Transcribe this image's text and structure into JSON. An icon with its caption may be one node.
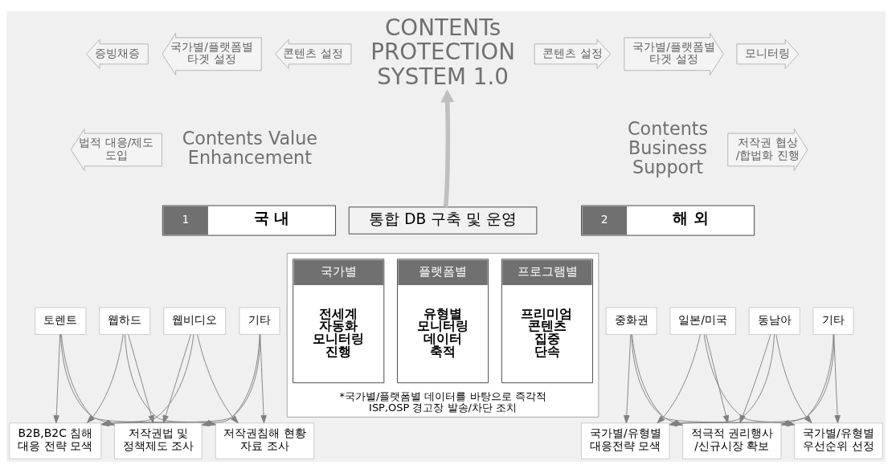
{
  "diagram": {
    "nodes": [
      {
        "text": [
          "증빙채증"
        ]
      },
      {
        "text": [
          "국가별/플랫폼별 타겟 설정"
        ]
      },
      {
        "text": [
          "콘텐츠 설정"
        ]
      },
      {
        "text": [
          "법적 대응/제도 도입"
        ]
      },
      {
        "text": [
          "CONTENTs PROTECTION SYSTEM 1.0"
        ]
      },
      {
        "text": [
          "콘텐츠 설정"
        ]
      },
      {
        "text": [
          "국가별/플랫폼별 타겟 설정"
        ]
      },
      {
        "text": [
          "모니터링"
        ]
      },
      {
        "text": [
          "저작권 협상 /합법화 진행"
        ]
      },
      {
        "text": [
          "1",
          "국 내"
        ]
      },
      {
        "text": [
          "통합 DB 구축 및 운영"
        ]
      },
      {
        "text": [
          "2",
          "해 외"
        ]
      },
      {
        "text": [
          "토렌트"
        ]
      },
      {
        "text": [
          "웹하드"
        ]
      },
      {
        "text": [
          "웹비디오"
        ]
      },
      {
        "text": [
          "기타"
        ]
      },
      {
        "text": [
          "저작권침해 현황 자료 조사"
        ]
      },
      {
        "text": [
          "B2B,B2C 침해 대응 전략 모색"
        ]
      },
      {
        "text": [
          "저작권법 및 정책제도 조사"
        ]
      },
      {
        "text": [
          "*국가별/플랫폼별 데이터를 바탕으로 즉각적 ISP,OSP 경고장 발송/차단 조치"
        ]
      },
      {
        "text": [
          "국가별",
          "전세계 자동화 모니터링 진행"
        ],
        "in": 19
      },
      {
        "text": [
          "플랫폼별",
          "유형별 모니터링 데이터 축적"
        ],
        "in": 19
      },
      {
        "text": [
          "프로그램별",
          "프리미엄 콘텐츠 집중 단속"
        ],
        "in": 19
      },
      {
        "text": [
          "중화권"
        ]
      },
      {
        "text": [
          "일본/미국"
        ]
      },
      {
        "text": [
          "동남아"
        ]
      },
      {
        "text": [
          "기타"
        ]
      },
      {
        "text": [
          "국가별/유형별 우선순위 선정"
        ]
      },
      {
        "text": [
          "국가별/유형별 대응전략 모색"
        ]
      },
      {
        "text": [
          "적극적 권리행사 /신규시장 확보"
        ]
      }
    ],
    "edges": [
      {
        "from": 10,
        "to": 4,
        "arrow": "to",
        "style": "thick",
        "color": "#bfbfbf"
      },
      {
        "from": 12,
        "to": 16,
        "arrow": "to"
      },
      {
        "from": 12,
        "to": 17,
        "arrow": "to"
      },
      {
        "from": 12,
        "to": 18,
        "arrow": "to"
      },
      {
        "from": 13,
        "to": 16,
        "arrow": "to"
      },
      {
        "from": 13,
        "to": 17,
        "arrow": "to"
      },
      {
        "from": 13,
        "to": 18,
        "arrow": "to"
      },
      {
        "from": 14,
        "to": 16,
        "arrow": "to"
      },
      {
        "from": 14,
        "to": 17,
        "arrow": "to"
      },
      {
        "from": 14,
        "to": 18,
        "arrow": "to"
      },
      {
        "from": 15,
        "to": 16,
        "arrow": "to"
      },
      {
        "from": 15,
        "to": 17,
        "arrow": "to"
      },
      {
        "from": 15,
        "to": 18,
        "arrow": "to"
      },
      {
        "from": 23,
        "to": 27,
        "arrow": "to"
      },
      {
        "from": 23,
        "to": 28,
        "arrow": "to"
      },
      {
        "from": 23,
        "to": 29,
        "arrow": "to"
      },
      {
        "from": 24,
        "to": 27,
        "arrow": "to"
      },
      {
        "from": 24,
        "to": 28,
        "arrow": "to"
      },
      {
        "from": 24,
        "to": 29,
        "arrow": "to"
      },
      {
        "from": 25,
        "to": 27,
        "arrow": "to"
      },
      {
        "from": 25,
        "to": 28,
        "arrow": "to"
      },
      {
        "from": 25,
        "to": 29,
        "arrow": "to"
      },
      {
        "from": 26,
        "to": 27,
        "arrow": "to"
      },
      {
        "from": 26,
        "to": 28,
        "arrow": "to"
      },
      {
        "from": 26,
        "to": 29,
        "arrow": "to"
      }
    ],
    "labels": [
      "Contents Value Enhancement",
      "Contents Business Support"
    ]
  }
}
